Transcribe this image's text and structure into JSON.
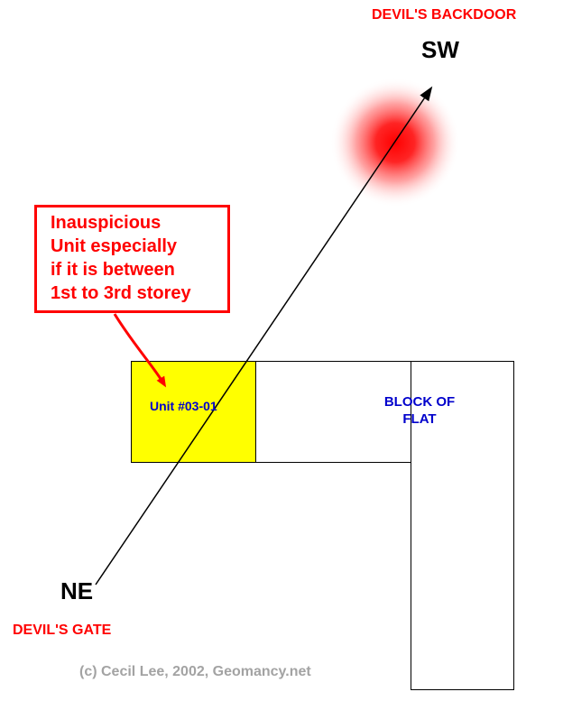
{
  "labels": {
    "devils_backdoor": "DEVIL'S BACKDOOR",
    "sw": "SW",
    "ne": "NE",
    "devils_gate": "DEVIL'S GATE",
    "unit": "Unit #03-01",
    "block_of_flat_line1": "BLOCK OF",
    "block_of_flat_line2": "FLAT",
    "copyright": "(c) Cecil Lee, 2002, Geomancy.net"
  },
  "callout": {
    "lines": [
      "Inauspicious",
      "Unit especially",
      "if it is between",
      "1st to 3rd storey"
    ]
  },
  "colors": {
    "warning_red": "#ff0000",
    "label_blue": "#0000cc",
    "unit_yellow": "#ffff00",
    "outline_black": "#000000",
    "copyright_gray": "#a3a3a3"
  }
}
